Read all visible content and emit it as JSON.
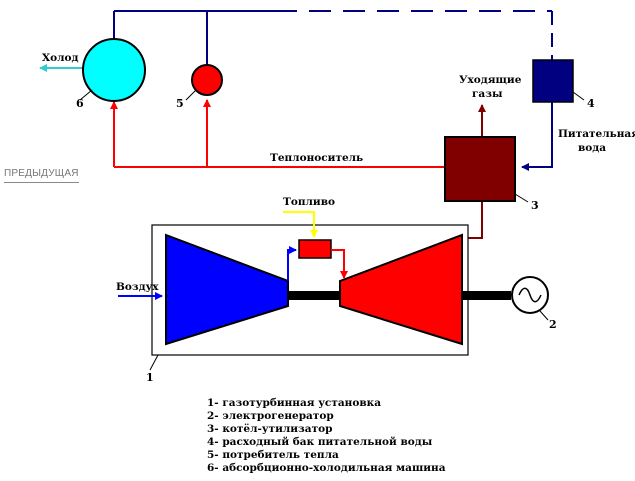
{
  "nav": {
    "previous_label": "ПРЕДЫДУЩАЯ"
  },
  "labels": {
    "cold": "Холод",
    "exhaust_line1": "Уходящие",
    "exhaust_line2": "газы",
    "feedwater_line1": "Питательная",
    "feedwater_line2": "вода",
    "heat_carrier": "Теплоноситель",
    "fuel": "Топливо",
    "air": "Воздух"
  },
  "numbers": {
    "n1": "1",
    "n2": "2",
    "n3": "3",
    "n4": "4",
    "n5": "5",
    "n6": "6"
  },
  "legend": [
    "1- газотурбинная установка",
    "2- электрогенератор",
    "3- котёл-утилизатор",
    "4- расходный бак питательной воды",
    "5- потребитель тепла",
    "6- абсорбционно-холодильная машина"
  ],
  "colors": {
    "water_line": "#000080",
    "heat_line": "#ff0000",
    "cold_line": "#33cccc",
    "fuel_line": "#ffff00",
    "air_line": "#0000ff",
    "exhaust_line": "#800000",
    "compressor": "#0000ff",
    "turbine": "#ff0000",
    "boiler": "#800000",
    "chiller": "#00ffff",
    "consumer": "#ff0000",
    "tank": "#000080",
    "combustor": "#ff0000",
    "shaft": "#000000"
  }
}
